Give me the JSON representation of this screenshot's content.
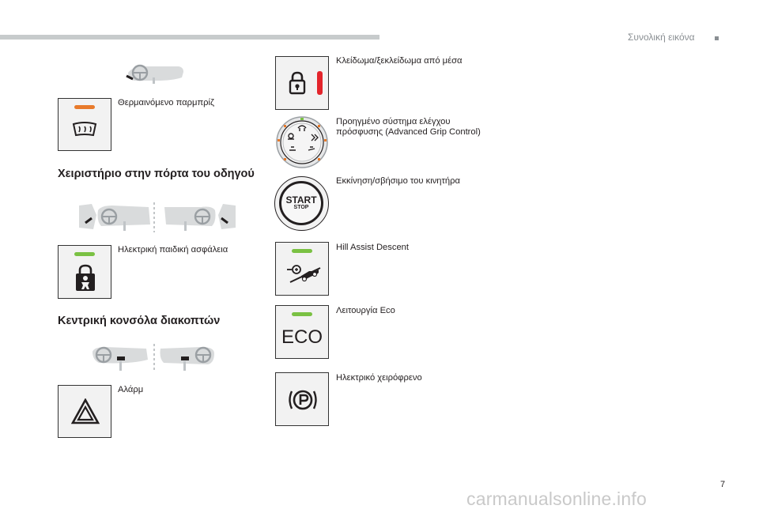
{
  "header": {
    "section_title": "Συνολική εικόνα"
  },
  "page_number": "7",
  "watermark": "carmanualsonline.info",
  "left": {
    "defrost": {
      "caption": "Θερμαινόμενο παρμπρίζ",
      "icon": "windscreen-defrost-icon"
    },
    "driver_door_heading": "Χειριστήριο στην πόρτα του οδηγού",
    "child_lock": {
      "caption": "Ηλεκτρική παιδική ασφάλεια",
      "icon": "child-lock-icon"
    },
    "console_heading": "Κεντρική κονσόλα διακοπτών",
    "hazard": {
      "caption": "Αλάρμ",
      "icon": "hazard-warning-icon"
    }
  },
  "right": {
    "lock": {
      "caption": "Κλείδωμα/ξεκλείδωμα από μέσα",
      "icon": "padlock-icon"
    },
    "grip": {
      "caption_line1": "Προηγμένο σύστημα ελέγχου",
      "caption_line2": "πρόσφυσης (Advanced Grip Control)",
      "icon": "grip-control-dial-icon"
    },
    "start": {
      "caption": "Εκκίνηση/σβήσιμο του κινητήρα",
      "label_top": "START",
      "label_bottom": "STOP"
    },
    "hill": {
      "caption": "Hill Assist Descent",
      "icon": "hill-descent-icon"
    },
    "eco": {
      "caption": "Λειτουργία Eco",
      "label": "ECO"
    },
    "parking": {
      "caption": "Ηλεκτρικό χειρόφρενο",
      "icon": "parking-brake-icon"
    }
  }
}
